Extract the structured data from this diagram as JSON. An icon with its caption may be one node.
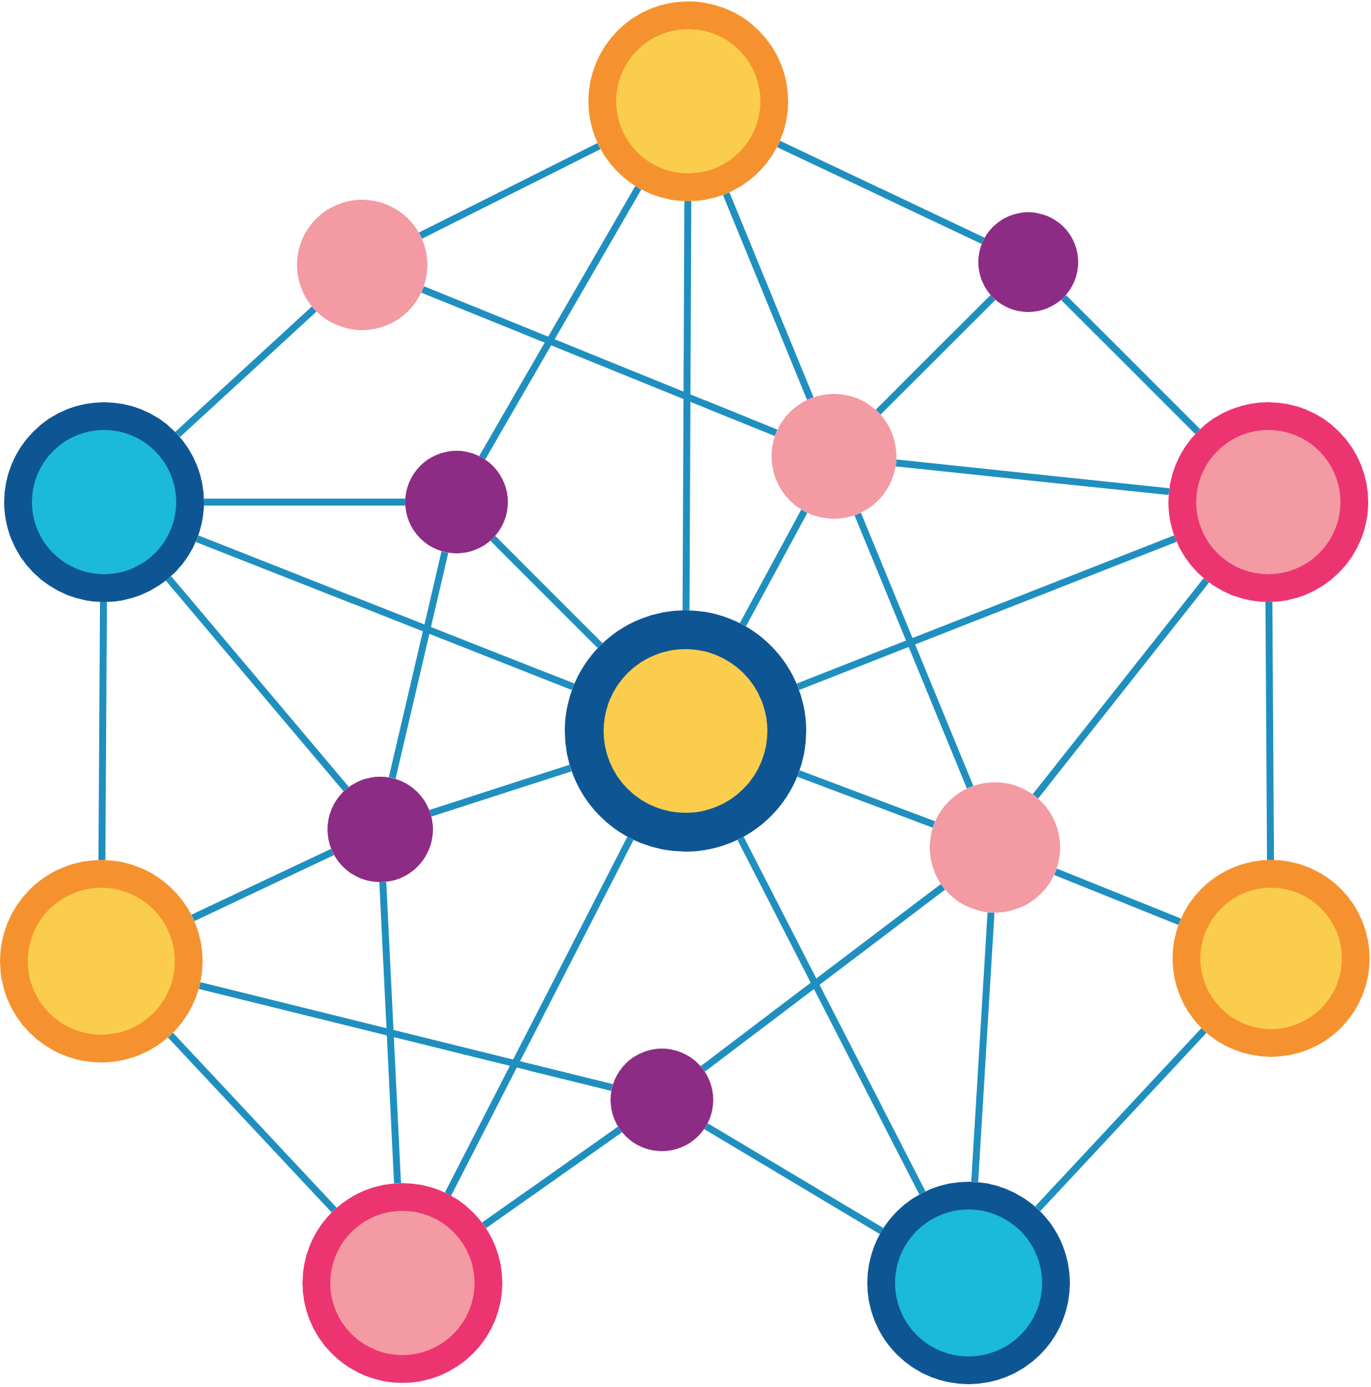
{
  "diagram": {
    "nodes": [
      {
        "text": [],
        "shape": "circle"
      },
      {
        "text": [],
        "shape": "circle"
      },
      {
        "text": [],
        "shape": "circle"
      },
      {
        "text": [],
        "shape": "circle"
      },
      {
        "text": [],
        "shape": "circle"
      },
      {
        "text": [],
        "shape": "circle"
      },
      {
        "text": [],
        "shape": "circle"
      },
      {
        "text": [],
        "shape": "circle"
      },
      {
        "text": [],
        "shape": "circle"
      },
      {
        "text": [],
        "shape": "circle"
      },
      {
        "text": [],
        "shape": "circle"
      },
      {
        "text": [],
        "shape": "circle"
      },
      {
        "text": [],
        "shape": "circle"
      },
      {
        "text": [],
        "shape": "circle"
      },
      {
        "text": [],
        "shape": "circle"
      }
    ],
    "edges": [
      {
        "from": 0,
        "to": 1,
        "arrow": "none"
      },
      {
        "from": 0,
        "to": 2,
        "arrow": "none"
      },
      {
        "from": 0,
        "to": 4,
        "arrow": "none"
      },
      {
        "from": 0,
        "to": 7,
        "arrow": "none"
      },
      {
        "from": 0,
        "to": 5,
        "arrow": "none"
      },
      {
        "from": 1,
        "to": 3,
        "arrow": "none"
      },
      {
        "from": 1,
        "to": 5,
        "arrow": "none"
      },
      {
        "from": 2,
        "to": 5,
        "arrow": "none"
      },
      {
        "from": 2,
        "to": 6,
        "arrow": "none"
      },
      {
        "from": 3,
        "to": 4,
        "arrow": "none"
      },
      {
        "from": 3,
        "to": 7,
        "arrow": "none"
      },
      {
        "from": 3,
        "to": 8,
        "arrow": "none"
      },
      {
        "from": 3,
        "to": 10,
        "arrow": "none"
      },
      {
        "from": 4,
        "to": 7,
        "arrow": "none"
      },
      {
        "from": 4,
        "to": 8,
        "arrow": "none"
      },
      {
        "from": 5,
        "to": 6,
        "arrow": "none"
      },
      {
        "from": 5,
        "to": 7,
        "arrow": "none"
      },
      {
        "from": 5,
        "to": 9,
        "arrow": "none"
      },
      {
        "from": 6,
        "to": 7,
        "arrow": "none"
      },
      {
        "from": 6,
        "to": 9,
        "arrow": "none"
      },
      {
        "from": 6,
        "to": 11,
        "arrow": "none"
      },
      {
        "from": 7,
        "to": 8,
        "arrow": "none"
      },
      {
        "from": 7,
        "to": 9,
        "arrow": "none"
      },
      {
        "from": 7,
        "to": 13,
        "arrow": "none"
      },
      {
        "from": 7,
        "to": 14,
        "arrow": "none"
      },
      {
        "from": 8,
        "to": 10,
        "arrow": "none"
      },
      {
        "from": 8,
        "to": 13,
        "arrow": "none"
      },
      {
        "from": 9,
        "to": 11,
        "arrow": "none"
      },
      {
        "from": 9,
        "to": 12,
        "arrow": "none"
      },
      {
        "from": 9,
        "to": 14,
        "arrow": "none"
      },
      {
        "from": 10,
        "to": 12,
        "arrow": "none"
      },
      {
        "from": 10,
        "to": 13,
        "arrow": "none"
      },
      {
        "from": 12,
        "to": 13,
        "arrow": "none"
      },
      {
        "from": 12,
        "to": 14,
        "arrow": "none"
      },
      {
        "from": 11,
        "to": 14,
        "arrow": "none"
      }
    ]
  }
}
